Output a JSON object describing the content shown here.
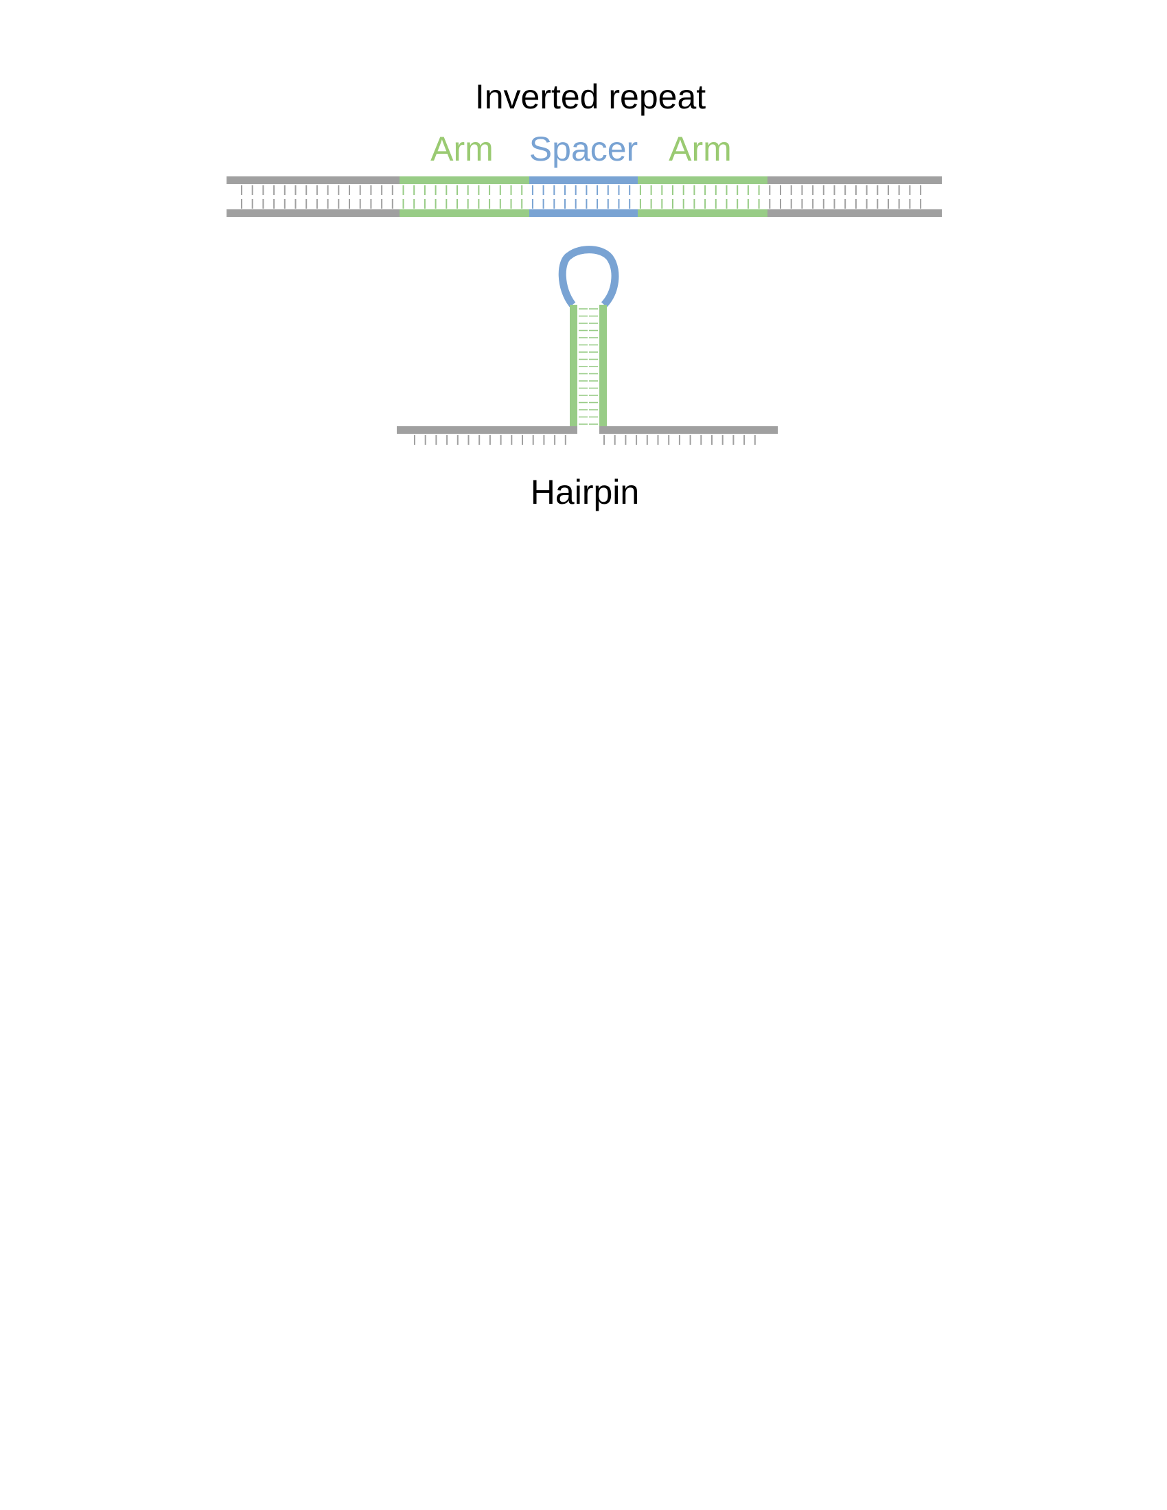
{
  "title": "Inverted repeat",
  "segments": {
    "left_arm": "Arm",
    "spacer": "Spacer",
    "right_arm": "Arm"
  },
  "hairpin_label": "Hairpin",
  "colors": {
    "arm": "#98CC86",
    "arm_text": "#9ACA72",
    "spacer": "#79A3D3",
    "flank": "#A0A0A0",
    "text": "#000000"
  }
}
